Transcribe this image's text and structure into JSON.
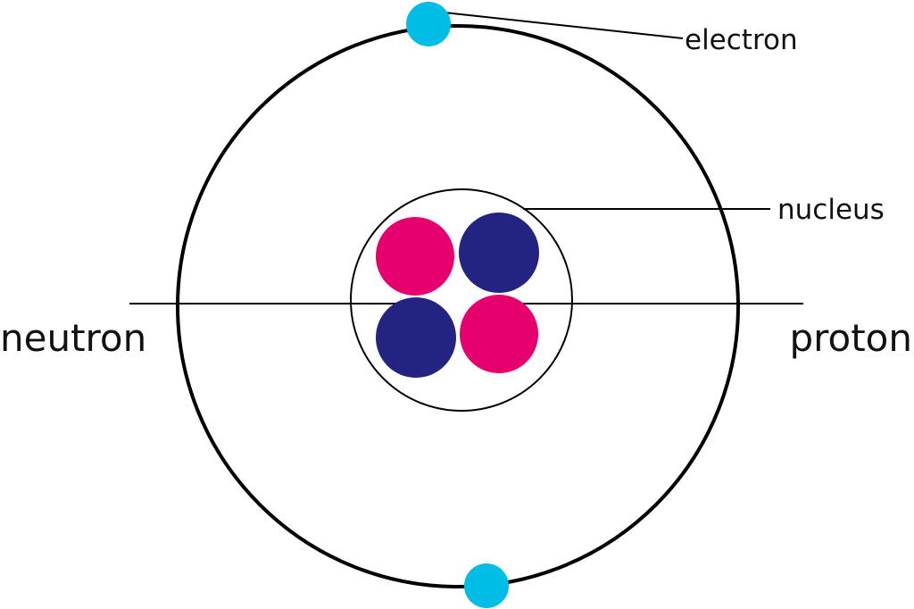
{
  "labels": {
    "electron": "electron",
    "nucleus": "nucleus",
    "neutron": "neutron",
    "proton": "proton"
  },
  "colors": {
    "background": "#ffffff",
    "outline": "#000000",
    "electron": "#00bde5",
    "proton": "#e6006e",
    "neutron": "#232382"
  }
}
